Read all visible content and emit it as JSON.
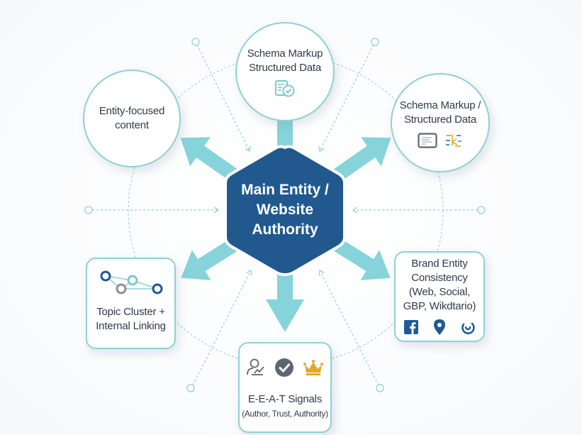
{
  "diagram": {
    "type": "hub-and-spoke",
    "colors": {
      "hub_fill": "#21598f",
      "hub_border": "#ffffff",
      "spoke_arrow": "#86d3da",
      "node_border": "#8fd0d6",
      "dashed_line": "#8fd0d6",
      "text": "#2f3b4a",
      "icon_dark_blue": "#1e5a96",
      "icon_gold": "#e3a82a",
      "icon_gray": "#5c6670"
    },
    "hub": {
      "lines": [
        "Main Entity /",
        "Website",
        "Authority"
      ]
    },
    "nodes": {
      "top": {
        "lines": [
          "Schema Markup",
          "Structured Data"
        ],
        "icons": [
          "checklist-document-icon"
        ]
      },
      "top_left": {
        "lines": [
          "Entity-focused",
          "content"
        ],
        "icons": []
      },
      "top_right": {
        "lines": [
          "Schema Markup /",
          "Structured Data"
        ],
        "icons": [
          "code-window-icon",
          "data-tree-icon"
        ]
      },
      "bottom_left": {
        "lines": [
          "Topic Cluster +",
          "Internal Linking"
        ],
        "icons": [
          "network-nodes-icon"
        ]
      },
      "bottom_right": {
        "lines": [
          "Brand Entity",
          "Consistency",
          "(Web, Social,",
          "GBP, Wikdtario)"
        ],
        "icons": [
          "facebook-icon",
          "map-pin-icon",
          "brand-swirl-icon"
        ]
      },
      "bottom": {
        "title": "E-E-A-T Signals",
        "subtitle": "(Author, Trust, Authority)",
        "icons": [
          "author-icon",
          "check-badge-icon",
          "crown-icon"
        ]
      }
    },
    "edges": [
      {
        "from": "hub",
        "to": "top",
        "style": "solid-arrow"
      },
      {
        "from": "hub",
        "to": "top_left",
        "style": "solid-arrow"
      },
      {
        "from": "hub",
        "to": "top_right",
        "style": "solid-arrow"
      },
      {
        "from": "hub",
        "to": "bottom_left",
        "style": "solid-arrow"
      },
      {
        "from": "hub",
        "to": "bottom_right",
        "style": "solid-arrow"
      },
      {
        "from": "hub",
        "to": "bottom",
        "style": "solid-arrow"
      },
      {
        "from": "outer-point",
        "to": "hub",
        "style": "dashed-arrow",
        "count": 6
      }
    ]
  }
}
